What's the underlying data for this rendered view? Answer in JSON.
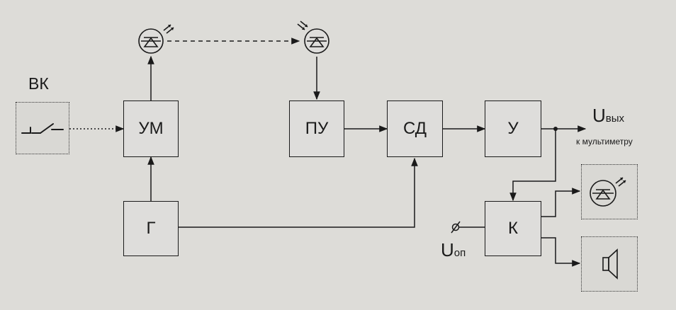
{
  "labels": {
    "switch_label": "ВК",
    "u_out_main": "U",
    "u_out_sub": "вых",
    "u_out_note": "к мультиметру",
    "u_ref_main": "U",
    "u_ref_sub": "оп"
  },
  "blocks": {
    "amplifier": "УМ",
    "generator": "Г",
    "receiver_amp": "ПУ",
    "sync_detector": "СД",
    "amplifier_out": "У",
    "comparator": "К"
  },
  "icons": [
    "switch-icon",
    "optical-emitter-icon",
    "optical-receiver-icon",
    "indicator-emitter-icon",
    "speaker-icon"
  ],
  "colors": {
    "background": "#dddcd8",
    "line": "#1a1a1a"
  }
}
